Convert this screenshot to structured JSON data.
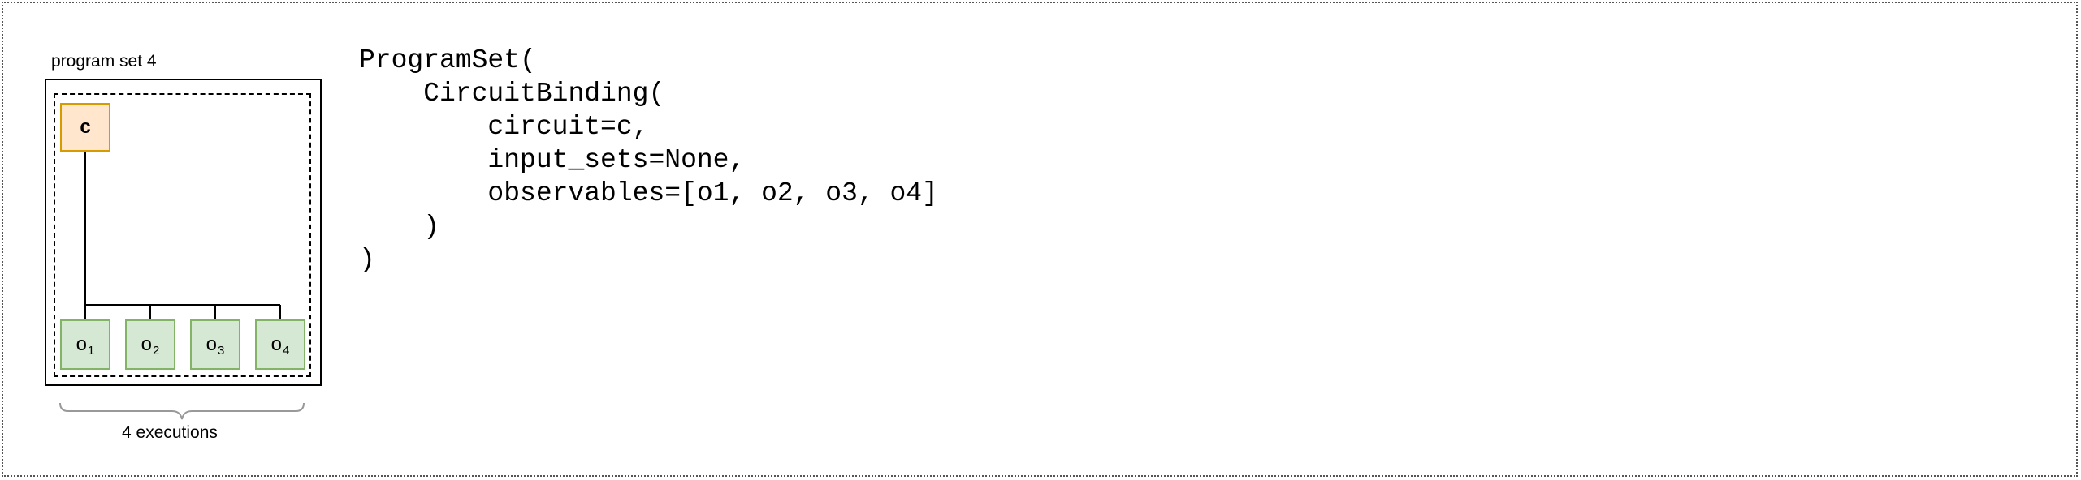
{
  "diagram": {
    "set_label": "program set 4",
    "circuit_node": {
      "label": "c"
    },
    "observables": [
      {
        "base": "o",
        "sub": "1"
      },
      {
        "base": "o",
        "sub": "2"
      },
      {
        "base": "o",
        "sub": "3"
      },
      {
        "base": "o",
        "sub": "4"
      }
    ],
    "brace_label": "4 executions",
    "colors": {
      "circuit_fill": "#ffe6cc",
      "circuit_border": "#d79b00",
      "observable_fill": "#d5e8d4",
      "observable_border": "#82b366",
      "brace_stroke": "#999999"
    }
  },
  "code": {
    "lines": [
      "ProgramSet(",
      "    CircuitBinding(",
      "        circuit=c,",
      "        input_sets=None,",
      "        observables=[o1, o2, o3, o4]",
      "    )",
      ")"
    ]
  }
}
